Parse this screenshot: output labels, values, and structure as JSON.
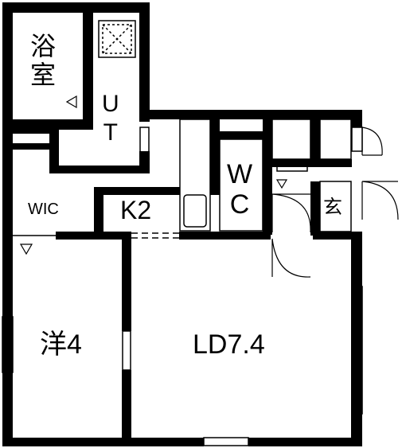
{
  "rooms": {
    "bath": {
      "line1": "浴",
      "line2": "室"
    },
    "utility": {
      "line1": "U",
      "line2": "T"
    },
    "wic": "WIC",
    "kitchen": "K2",
    "wc": {
      "line1": "W",
      "line2": "C"
    },
    "entrance": "玄",
    "western": "洋4",
    "living_dining": "LD7.4"
  },
  "colors": {
    "wall": "#000000",
    "floor": "#ffffff",
    "line": "#000000"
  }
}
